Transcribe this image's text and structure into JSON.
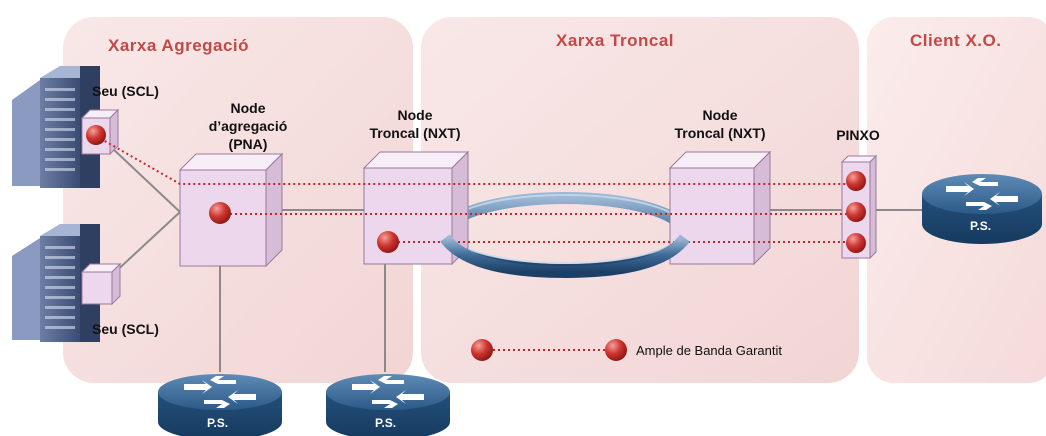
{
  "zones": {
    "aggregation": "Xarxa Agregació",
    "backbone": "Xarxa Troncal",
    "client": "Client X.O."
  },
  "nodes": {
    "site_top": "Seu (SCL)",
    "site_bottom": "Seu (SCL)",
    "aggregation_line1": "Node",
    "aggregation_line2": "d’agregació",
    "aggregation_line3": "(PNA)",
    "backbone_left_line1": "Node",
    "backbone_left_line2": "Troncal (NXT)",
    "backbone_right_line1": "Node",
    "backbone_right_line2": "Troncal (NXT)",
    "pinxo": "PINXO"
  },
  "routers": {
    "bottom_left": "P.S.",
    "bottom_middle": "P.S.",
    "right": "P.S."
  },
  "legend": {
    "label": "Ample de Banda Garantit"
  },
  "colors": {
    "zone_fill": "#f6e1e1",
    "zone_title": "#c24a46",
    "cube_front": "#ecd7ec",
    "cube_top": "#f8eef8",
    "cube_side": "#d6bcd6",
    "guaranteed_dot": "#c9302c",
    "guaranteed_line": "#c0282a",
    "router_body": "#1e4c78",
    "ring": "#3e6a96"
  }
}
